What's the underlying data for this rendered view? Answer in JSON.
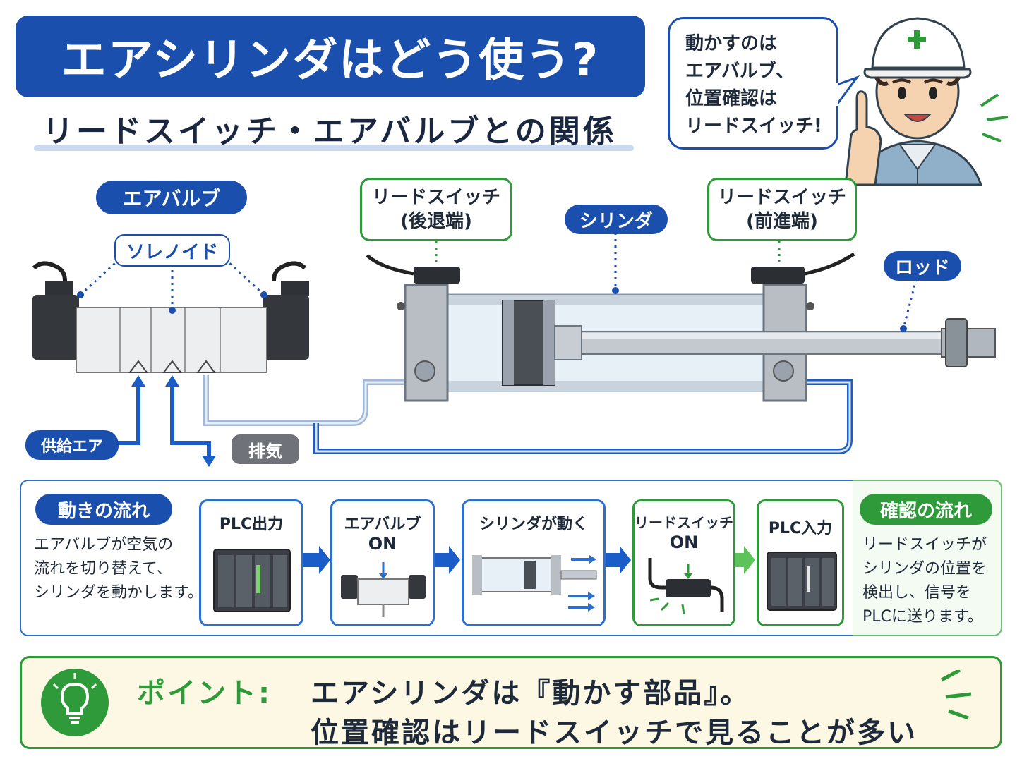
{
  "header": {
    "title": "エアシリンダはどう使う?",
    "subtitle": "リードスイッチ・エアバルブとの関係"
  },
  "speech_bubble": {
    "lines": [
      "動かすのは",
      "エアバルブ、",
      "位置確認は",
      "リードスイッチ!"
    ]
  },
  "diagram": {
    "air_valve_label": "エアバルブ",
    "solenoid_label": "ソレノイド",
    "supply_air_label": "供給エア",
    "exhaust_label": "排気",
    "reed_switch_rear": [
      "リードスイッチ",
      "(後退端)"
    ],
    "reed_switch_front": [
      "リードスイッチ",
      "(前進端)"
    ],
    "cylinder_label": "シリンダ",
    "rod_label": "ロッド"
  },
  "flow": {
    "motion_title": "動きの流れ",
    "motion_desc": [
      "エアバルブが空気の",
      "流れを切り替えて、",
      "シリンダを動かします。"
    ],
    "confirm_title": "確認の流れ",
    "confirm_desc": [
      "リードスイッチが",
      "シリンダの位置を",
      "検出し、信号を",
      "PLCに送ります。"
    ],
    "steps": [
      {
        "title": "PLC出力"
      },
      {
        "title": "エアバルブ",
        "sub": "ON"
      },
      {
        "title": "シリンダが動く"
      },
      {
        "title": "リードスイッチ",
        "sub": "ON"
      },
      {
        "title": "PLC入力"
      }
    ]
  },
  "point": {
    "label": "ポイント:",
    "line1": "エアシリンダは『動かす部品』。",
    "line2": "位置確認はリードスイッチで見ることが多い"
  },
  "colors": {
    "primary_blue": "#1a4fae",
    "accent_blue": "#2a6fd1",
    "green": "#2e9a3a",
    "gray_label": "#6f7379",
    "point_bg": "#fdf8e4"
  }
}
